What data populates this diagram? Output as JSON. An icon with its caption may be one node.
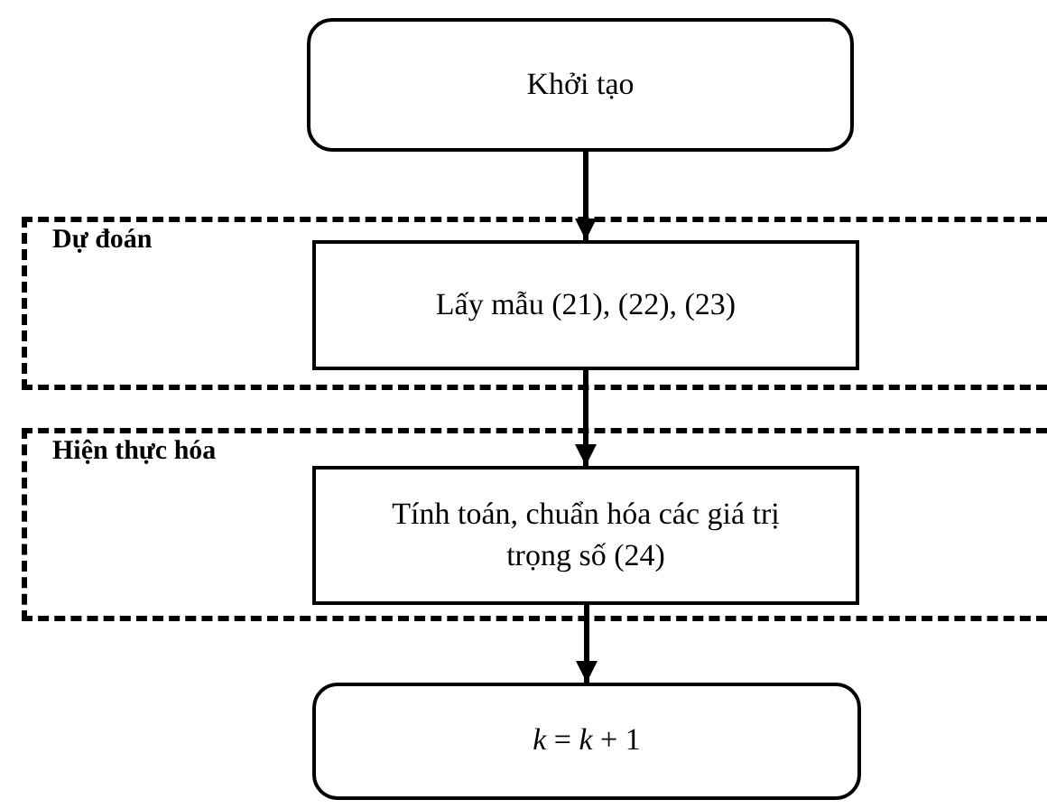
{
  "diagram": {
    "nodes": [
      {
        "text": [
          "Khởi tạo"
        ]
      },
      {
        "text": [
          "Dự đoán"
        ]
      },
      {
        "text": [
          "Lấy mẫu (21), (22), (23)"
        ],
        "in": 1
      },
      {
        "text": [
          "Hiện thực hóa"
        ]
      },
      {
        "text": [
          "Tính toán, chuẩn hóa các giá trị trọng số (24)"
        ],
        "in": 3
      },
      {
        "text": [
          "*k* = *k* + 1"
        ]
      }
    ],
    "edges": [
      {
        "from": 0,
        "to": 2,
        "arrow": "to"
      },
      {
        "from": 2,
        "to": 4,
        "arrow": "to"
      },
      {
        "from": 4,
        "to": 5,
        "arrow": "to"
      }
    ]
  }
}
